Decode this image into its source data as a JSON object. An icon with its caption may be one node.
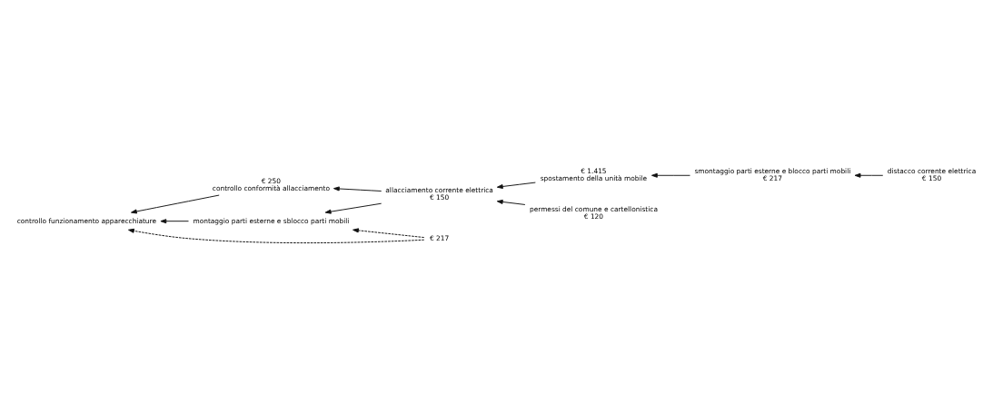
{
  "diagram": {
    "nodes": [
      {
        "text": [
          "distacco corrente elettrica",
          "€ 150"
        ]
      },
      {
        "text": [
          "smontaggio parti esterne e blocco parti mobili",
          "€ 217"
        ]
      },
      {
        "text": [
          "€ 1.415",
          "spostamento della unità mobile"
        ]
      },
      {
        "text": [
          "€ 250",
          "controllo conformità allacciamento"
        ]
      },
      {
        "text": [
          "controllo funzionamento apparecchiature"
        ]
      },
      {
        "text": [
          "permessi del comune e cartellonistica",
          "€ 120"
        ]
      },
      {
        "text": [
          "allacciamento corrente elettrica",
          "€ 150"
        ]
      },
      {
        "text": [
          "montaggio parti esterne e sblocco parti mobili"
        ]
      },
      {
        "text": [
          "€ 217"
        ]
      }
    ],
    "edges": [
      {
        "from": 0,
        "to": 1,
        "arrow": "to"
      },
      {
        "from": 1,
        "to": 2,
        "arrow": "to"
      },
      {
        "from": 2,
        "to": 6,
        "arrow": "to"
      },
      {
        "from": 5,
        "to": 6,
        "arrow": "to"
      },
      {
        "from": 6,
        "to": 3,
        "arrow": "to"
      },
      {
        "from": 6,
        "to": 7,
        "arrow": "to"
      },
      {
        "from": 3,
        "to": 4,
        "arrow": "to"
      },
      {
        "from": 7,
        "to": 4,
        "arrow": "to"
      },
      {
        "from": 8,
        "to": 4,
        "arrow": "to",
        "style": "dashed"
      },
      {
        "from": 8,
        "to": 7,
        "arrow": "to",
        "style": "dashed"
      }
    ]
  }
}
